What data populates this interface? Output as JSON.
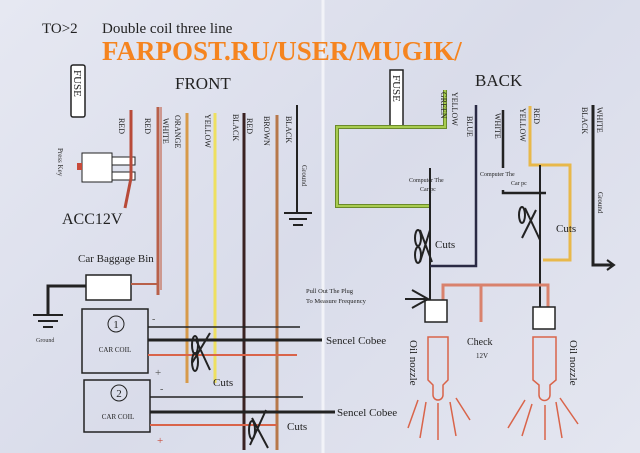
{
  "header": {
    "title_prefix": "TO>2",
    "title": "Double coil three line",
    "watermark": "FARPOST.RU/USER/MUGIK/"
  },
  "front": {
    "heading": "FRONT",
    "fuse": "FUSE",
    "press_key": "Press Key",
    "acc": "ACC12V",
    "wires": [
      "RED",
      "RED",
      "WHITE",
      "ORANGE",
      "YELLOW",
      "BLACK",
      "RED",
      "BROWN",
      "BLACK"
    ],
    "ground": "Ground",
    "baggage_bin": "Car Baggage Bin",
    "coil1_number": "1",
    "coil2_number": "2",
    "coil_label": "CAR COIL",
    "sensor1": "Sencel Cobee",
    "sensor2": "Sencel Cobee",
    "cuts1": "Cuts",
    "cuts2": "Cuts",
    "minus": "-",
    "plus": "+"
  },
  "back": {
    "heading": "BACK",
    "fuse": "FUSE",
    "wires": [
      "GREEN",
      "YELLOW",
      "BLUE",
      "WHITE",
      "YELLOW",
      "RED",
      "BLACK",
      "WHITE"
    ],
    "computer1_line1": "Computer The",
    "computer1_line2": "Car pc",
    "computer2_line1": "Computer The",
    "computer2_line2": "Car pc",
    "cuts1": "Cuts",
    "cuts2": "Cuts",
    "ground": "Ground",
    "pull_line1": "Pull Out The Plug",
    "pull_line2": "To Measure Frequency",
    "check": "Check",
    "check_volt": "12V",
    "nozzle1": "Oil nozzle",
    "nozzle2": "Oil nozzle"
  },
  "colors": {
    "watermark": "#f5841f",
    "red": "#c8503c",
    "orange": "#d79a4a",
    "yellow": "#eee060",
    "brown": "#b7784a",
    "dark": "#2a1d1d",
    "green": "#8ab43a",
    "gold": "#e8b84a",
    "pink": "#d9826d"
  }
}
